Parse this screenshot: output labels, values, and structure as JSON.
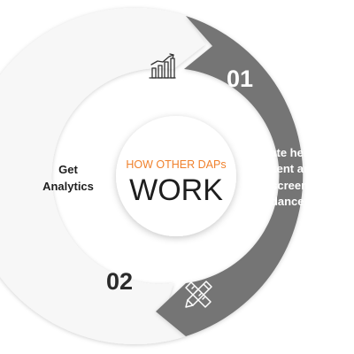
{
  "diagram": {
    "center": {
      "subtitle": "HOW OTHER DAPs",
      "title": "WORK"
    },
    "steps": [
      {
        "number": "01",
        "label_lines": [
          "Create help",
          "content and",
          "on-screen",
          "guidance"
        ],
        "icon": "ruler-pencil-icon"
      },
      {
        "number": "02",
        "label_lines": [
          "Get",
          "Analytics"
        ],
        "icon": "bar-chart-growth-icon"
      }
    ],
    "colors": {
      "accent": "#F0812C",
      "dark_segment": "#757575",
      "light_segment": "#F7F7F7",
      "inner_circle": "#FFFFFF",
      "number_dark": "#2B2B2B",
      "text_dark": "#1E1E1E"
    }
  }
}
